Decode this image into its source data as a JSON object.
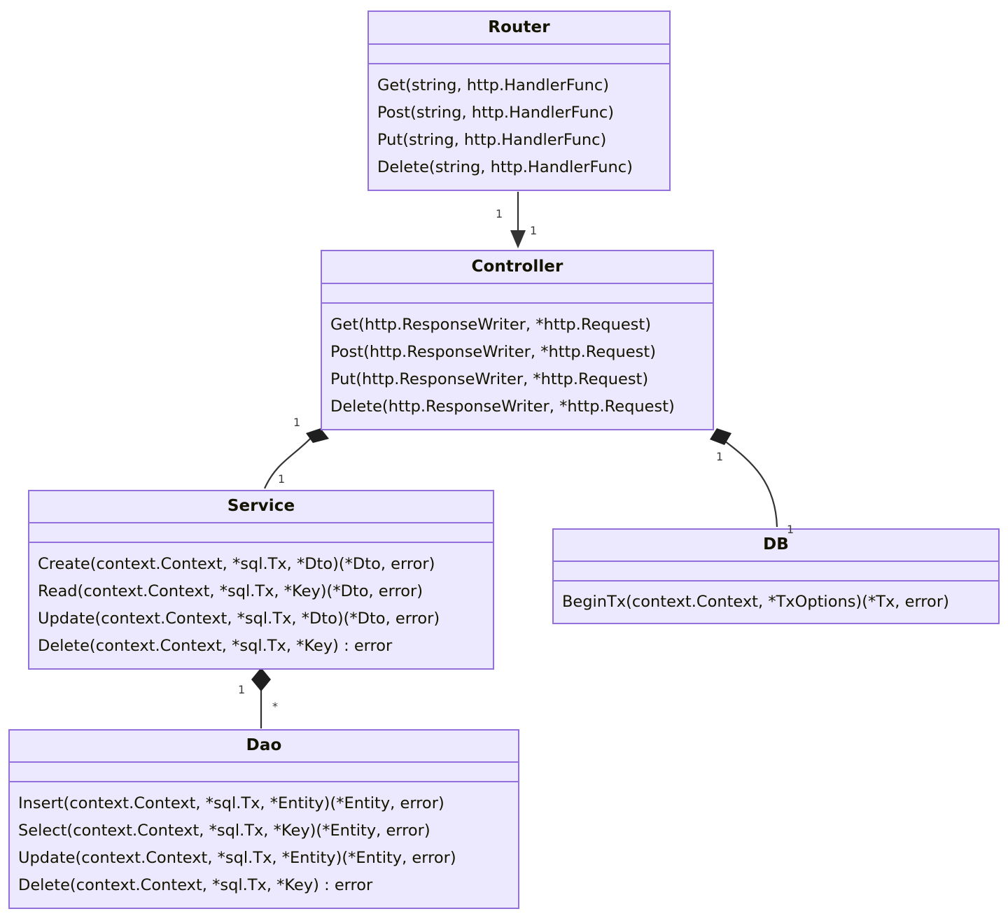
{
  "diagram": {
    "type": "uml-class-diagram",
    "title": "Go layered architecture class diagram",
    "colors": {
      "node_fill": "#ECE8FD",
      "node_border": "#9370DB",
      "text": "#131300",
      "edge": "#333333",
      "multiplicity_text": "#3b3b3b",
      "background": "#ffffff"
    },
    "classes": [
      {
        "id": "router",
        "name": "Router",
        "attributes": [],
        "methods": [
          "Get(string, http.HandlerFunc)",
          "Post(string, http.HandlerFunc)",
          "Put(string, http.HandlerFunc)",
          "Delete(string, http.HandlerFunc)"
        ]
      },
      {
        "id": "controller",
        "name": "Controller",
        "attributes": [],
        "methods": [
          "Get(http.ResponseWriter, *http.Request)",
          "Post(http.ResponseWriter, *http.Request)",
          "Put(http.ResponseWriter, *http.Request)",
          "Delete(http.ResponseWriter, *http.Request)"
        ]
      },
      {
        "id": "service",
        "name": "Service",
        "attributes": [],
        "methods": [
          "Create(context.Context, *sql.Tx, *Dto)(*Dto, error)",
          "Read(context.Context, *sql.Tx, *Key)(*Dto, error)",
          "Update(context.Context, *sql.Tx, *Dto)(*Dto, error)",
          "Delete(context.Context, *sql.Tx, *Key) : error"
        ]
      },
      {
        "id": "db",
        "name": "DB",
        "attributes": [],
        "methods": [
          "BeginTx(context.Context, *TxOptions)(*Tx, error)"
        ]
      },
      {
        "id": "dao",
        "name": "Dao",
        "attributes": [],
        "methods": [
          "Insert(context.Context, *sql.Tx, *Entity)(*Entity, error)",
          "Select(context.Context, *sql.Tx, *Key)(*Entity, error)",
          "Update(context.Context, *sql.Tx, *Entity)(*Entity, error)",
          "Delete(context.Context, *sql.Tx, *Key) : error"
        ]
      }
    ],
    "relationships": [
      {
        "id": "router-controller",
        "from": "router",
        "to": "controller",
        "kind": "association-directed",
        "from_multiplicity": "1",
        "to_multiplicity": "1"
      },
      {
        "id": "controller-service",
        "from": "controller",
        "to": "service",
        "kind": "composition",
        "from_multiplicity": "1",
        "to_multiplicity": "1"
      },
      {
        "id": "controller-db",
        "from": "controller",
        "to": "db",
        "kind": "composition",
        "from_multiplicity": "1",
        "to_multiplicity": "1"
      },
      {
        "id": "service-dao",
        "from": "service",
        "to": "dao",
        "kind": "composition",
        "from_multiplicity": "1",
        "to_multiplicity": "*"
      }
    ]
  }
}
